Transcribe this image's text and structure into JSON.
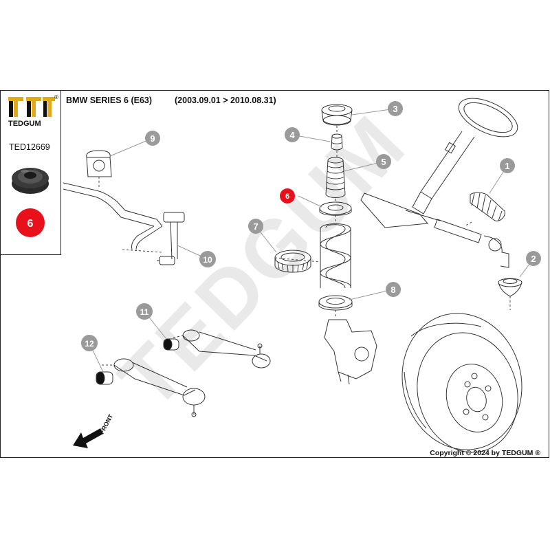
{
  "brand": {
    "name": "TEDGUM",
    "registered_mark": "®",
    "colors": {
      "logo_gold": "#e3a81b",
      "logo_dark": "#111111",
      "highlight_red": "#e8101b",
      "callout_gray": "#9a9a9a",
      "watermark": "#e9e9e9"
    }
  },
  "header": {
    "title": "BMW SERIES 6 (E63)",
    "date_range": "(2003.09.01 > 2010.08.31)"
  },
  "product": {
    "code": "TED12669",
    "position": "6"
  },
  "watermark": "TEDGUM",
  "callouts": [
    {
      "number": "1",
      "part": "steering-rack-boot",
      "highlighted": false
    },
    {
      "number": "2",
      "part": "tie-rod-end-boot",
      "highlighted": false
    },
    {
      "number": "3",
      "part": "strut-top-mount",
      "highlighted": false
    },
    {
      "number": "4",
      "part": "bump-stop",
      "highlighted": false
    },
    {
      "number": "5",
      "part": "dust-boot",
      "highlighted": false
    },
    {
      "number": "6",
      "part": "spring-pad",
      "highlighted": true
    },
    {
      "number": "7",
      "part": "strut-bearing",
      "highlighted": false
    },
    {
      "number": "8",
      "part": "lower-spring-seat",
      "highlighted": false
    },
    {
      "number": "9",
      "part": "stabilizer-bushing",
      "highlighted": false
    },
    {
      "number": "10",
      "part": "stabilizer-link",
      "highlighted": false
    },
    {
      "number": "11",
      "part": "control-arm-bushing",
      "highlighted": false
    },
    {
      "number": "12",
      "part": "control-arm-bushing-lower",
      "highlighted": false
    }
  ],
  "front_label": "FRONT",
  "copyright": "Copyright © 2024 by TEDGUM ®"
}
